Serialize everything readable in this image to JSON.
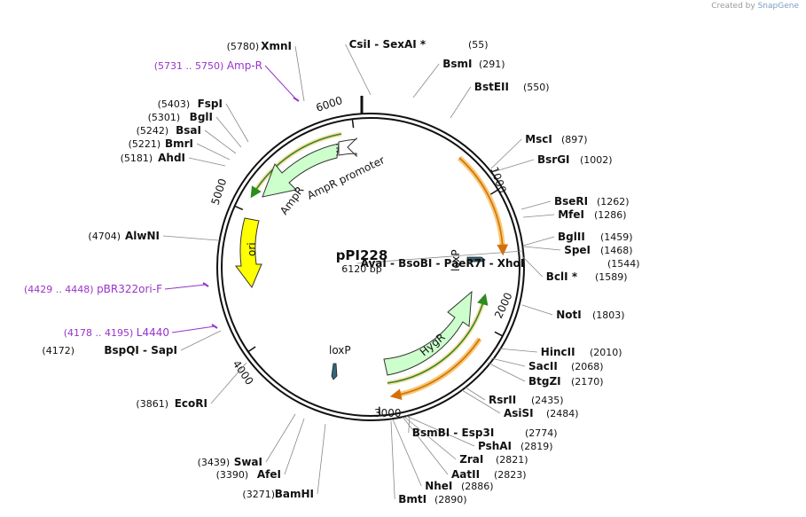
{
  "credit": {
    "prefix": "Created by",
    "brand": "SnapGene"
  },
  "plasmid": {
    "name": "pPI228",
    "size_label": "6120 bp",
    "length": 6120
  },
  "ticks": [
    {
      "bp": 1000,
      "label": "1000"
    },
    {
      "bp": 2000,
      "label": "2000"
    },
    {
      "bp": 3000,
      "label": "3000"
    },
    {
      "bp": 4000,
      "label": "4000"
    },
    {
      "bp": 5000,
      "label": "5000"
    },
    {
      "bp": 6000,
      "label": "6000"
    }
  ],
  "enzymes": [
    {
      "name": "XmnI",
      "pos": "(5780)"
    },
    {
      "name": "FspI",
      "pos": "(5403)"
    },
    {
      "name": "BglI",
      "pos": "(5301)"
    },
    {
      "name": "BsaI",
      "pos": "(5242)"
    },
    {
      "name": "BmrI",
      "pos": "(5221)"
    },
    {
      "name": "AhdI",
      "pos": "(5181)"
    },
    {
      "name": "AlwNI",
      "pos": "(4704)"
    },
    {
      "name": "BspQI   -  SapI",
      "pos": "(4172)"
    },
    {
      "name": "EcoRI",
      "pos": "(3861)"
    },
    {
      "name": "SwaI",
      "pos": "(3439)"
    },
    {
      "name": "AfeI",
      "pos": "(3390)"
    },
    {
      "name": "BamHI",
      "pos": "(3271)"
    },
    {
      "name": "BmtI",
      "pos": "(2890)"
    },
    {
      "name": "NheI",
      "pos": "(2886)"
    },
    {
      "name": "AatII",
      "pos": "(2823)"
    },
    {
      "name": "ZraI",
      "pos": "(2821)"
    },
    {
      "name": "PshAI",
      "pos": "(2819)"
    },
    {
      "name": "BsmBI   -  Esp3I",
      "pos": "(2774)"
    },
    {
      "name": "AsiSI",
      "pos": "(2484)"
    },
    {
      "name": "RsrII",
      "pos": "(2435)"
    },
    {
      "name": "BtgZI",
      "pos": "(2170)"
    },
    {
      "name": "SacII",
      "pos": "(2068)"
    },
    {
      "name": "HincII",
      "pos": "(2010)"
    },
    {
      "name": "NotI",
      "pos": "(1803)"
    },
    {
      "name": "BclI *",
      "pos": "(1589)"
    },
    {
      "name": "AvaI   -  BsoBI   -  PaeR7I   -  XhoI",
      "pos": "(1544)"
    },
    {
      "name": "SpeI",
      "pos": "(1468)"
    },
    {
      "name": "BglII",
      "pos": "(1459)"
    },
    {
      "name": "MfeI",
      "pos": "(1286)"
    },
    {
      "name": "BseRI",
      "pos": "(1262)"
    },
    {
      "name": "BsrGI",
      "pos": "(1002)"
    },
    {
      "name": "MscI",
      "pos": "(897)"
    },
    {
      "name": "BstEII",
      "pos": "(550)"
    },
    {
      "name": "BsmI",
      "pos": "(291)"
    },
    {
      "name": "CsiI   -  SexAI *",
      "pos": "(55)"
    }
  ],
  "primers": [
    {
      "range": "(5731 .. 5750)",
      "name": "Amp-R",
      "color": "#9933cc"
    },
    {
      "range": "(4429 .. 4448)",
      "name": "pBR322ori-F",
      "color": "#9933cc"
    },
    {
      "range": "(4178 .. 4195)",
      "name": "L4440",
      "color": "#9933cc"
    }
  ],
  "features": [
    {
      "name": "AmpR",
      "color": "#ccffcc",
      "icon": "arrow"
    },
    {
      "name": "AmpR promoter",
      "color": "#ffffff",
      "icon": "arrow"
    },
    {
      "name": "ori",
      "color": "#ffff00",
      "icon": "arrow"
    },
    {
      "name": "HygR",
      "color": "#ccffcc",
      "icon": "arrow"
    },
    {
      "name": "loxP",
      "color": "#336677",
      "icon": "arrow"
    },
    {
      "name": "loxP",
      "color": "#336677",
      "icon": "arrow"
    }
  ],
  "colors": {
    "orf_orange": "#d4700a",
    "orf_glow": "#f7c873",
    "orf_green": "#2e8b1e",
    "backbone": "#111111"
  }
}
